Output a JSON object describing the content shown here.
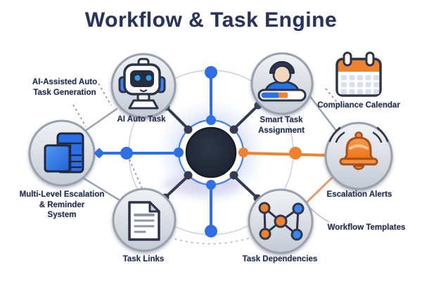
{
  "title": "Workflow & Task Engine",
  "palette": {
    "title_text": "#28335c",
    "label_text": "#232e4d",
    "accent_blue": "#2f6fe4",
    "accent_orange": "#f0822f",
    "dark_connector": "#343b4e",
    "salmon_connector": "#e79b74",
    "node_circle_border": "#99a0ae",
    "hub_dark": "#222938",
    "hub_ring_blue": "#3f7bf0",
    "hub_glow": "#d9e3f8"
  },
  "hub": {
    "name": "workflow-task-engine-core"
  },
  "nodes": {
    "ai_auto_task": {
      "label": "AI Auto Task",
      "icon": "robot-icon"
    },
    "ai_assisted": {
      "lines": [
        "AI-Assisted Auto",
        "Task Generation"
      ]
    },
    "smart_task_assignment": {
      "lines": [
        "Smart Task",
        "Assignment"
      ],
      "icon": "user-progress-icon"
    },
    "compliance_calendar": {
      "label": "Compliance Calendar",
      "icon": "calendar-icon"
    },
    "escalation_alerts": {
      "label": "Escalation Alerts",
      "icon": "bell-icon"
    },
    "workflow_templates": {
      "label": "Workflow Templates"
    },
    "task_dependencies": {
      "label": "Task Dependencies",
      "icon": "network-graph-icon"
    },
    "task_links": {
      "label": "Task Links",
      "icon": "document-icon"
    },
    "multi_level_escalation": {
      "lines": [
        "Multi-Level Escalation",
        "& Reminder",
        "System"
      ],
      "icon": "screens-icon"
    }
  }
}
